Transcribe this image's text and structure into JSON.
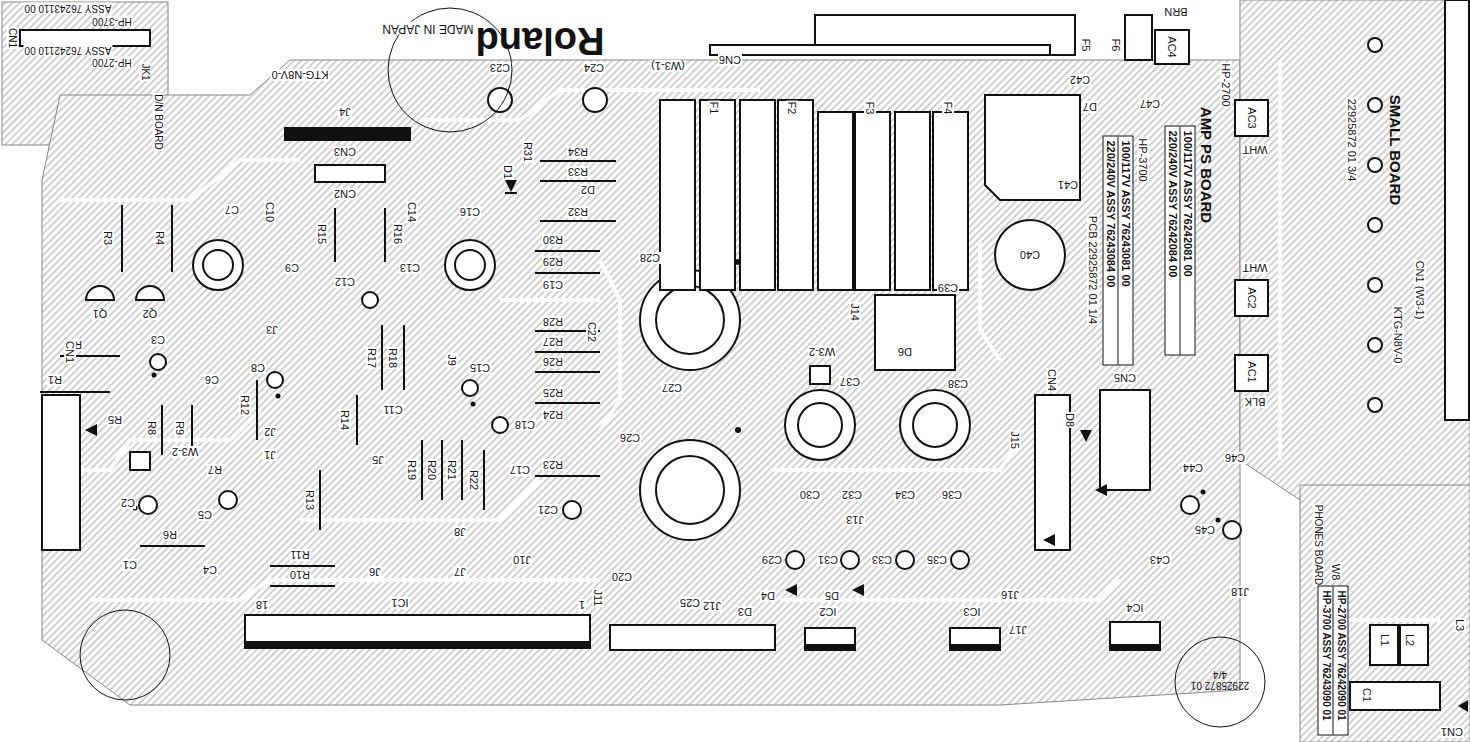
{
  "diagram": {
    "nodes": [
      {
        "text": [
          "100/117V ASSY 76243081 00",
          "220/240V ASSY 76243084 00"
        ]
      },
      {
        "text": [
          "100/117V ASSY 76242081 00",
          "220/240V ASSY 76242084 00"
        ]
      },
      {
        "text": [
          "HP-2700 ASSY 76242090 01",
          "HP-3700 ASSY 76243090 01"
        ]
      }
    ],
    "labels": [
      "HP-3700",
      "ASSY 76243110 00",
      "CN1",
      "ASSY 76242110 00",
      "HP-2700",
      "JK1",
      "D/N BOARD",
      "KTG-N8V-0",
      "Roland",
      "MADE IN JAPAN",
      "C23",
      "C24",
      "(W3-1)",
      "CN6",
      "F5",
      "F6",
      "BRN",
      "AC4",
      "C42",
      "C47",
      "D7",
      "J4",
      "CN3",
      "CN2",
      "D1",
      "R31",
      "R34",
      "R33",
      "D2",
      "R32",
      "F1",
      "F2",
      "F3",
      "F4",
      "C41",
      "HP-3700",
      "AMP PS BOARD",
      "HP-2700",
      "C10",
      "C14",
      "R15",
      "R16",
      "C7",
      "C16",
      "R3",
      "R4",
      "C9",
      "C13",
      "R30",
      "R29",
      "C19",
      "C28",
      "C39",
      "J14",
      "C40",
      "PCB 22925872 01 1/4",
      "Q1",
      "Q2",
      "C12",
      "R28",
      "C22",
      "R2",
      "C3",
      "J3",
      "R17",
      "R18",
      "J9",
      "R27",
      "R26",
      "W3-2",
      "D6",
      "C38",
      "C37",
      "R1",
      "C6",
      "C8",
      "R12",
      "C15",
      "R25",
      "C27",
      "R14",
      "C11",
      "C18",
      "R24",
      "CN1",
      "R5",
      "R8",
      "R9",
      "C26",
      "J2",
      "J1",
      "R19",
      "R20",
      "R21",
      "R22",
      "W3-2",
      "R7",
      "J5",
      "C17",
      "R23",
      "C21",
      "C2",
      "C5",
      "R6",
      "R13",
      "J8",
      "C30",
      "C32",
      "C34",
      "C36",
      "J13",
      "C29",
      "C31",
      "C33",
      "C35",
      "J15",
      "CN4",
      "CN5",
      "D8",
      "C44",
      "C46",
      "C45",
      "C43",
      "J18",
      "C1",
      "C4",
      "R11",
      "R10",
      "J6",
      "J7",
      "J10",
      "C20",
      "C25",
      "J11",
      "D3",
      "J12",
      "D4",
      "D5",
      "J16",
      "IC1",
      "18",
      "1",
      "IC2",
      "IC3",
      "J17",
      "IC4",
      "22925872 01 4/4",
      "SMALL BOARD",
      "22925872 01 3/4",
      "CN1 (W3-1)",
      "KTG-N8V-0",
      "WHT",
      "AC3",
      "WHT",
      "AC2",
      "AC1",
      "BLK",
      "PHONES BOARD",
      "W8",
      "C1",
      "L1",
      "L2",
      "L3",
      "CN1"
    ]
  }
}
